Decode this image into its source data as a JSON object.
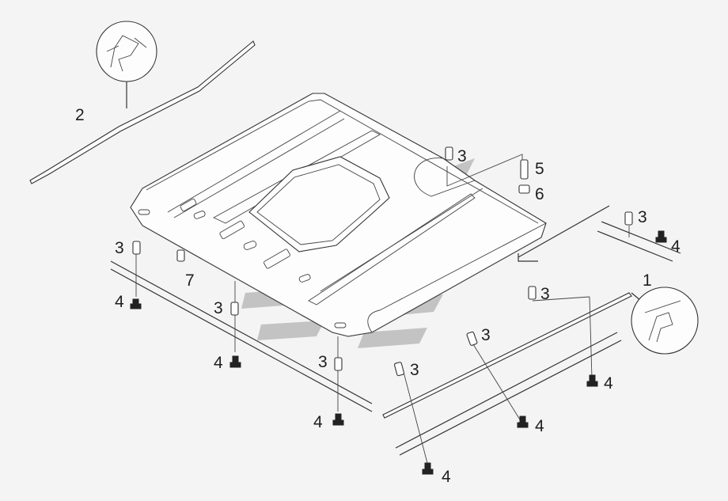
{
  "callouts": {
    "c1": "1",
    "c2": "2",
    "c3a": "3",
    "c3b": "3",
    "c3c": "3",
    "c3d": "3",
    "c3e": "3",
    "c3f": "3",
    "c3g": "3",
    "c3h": "3",
    "c4a": "4",
    "c4b": "4",
    "c4c": "4",
    "c4d": "4",
    "c4e": "4",
    "c4f": "4",
    "c4g": "4",
    "c5": "5",
    "c6": "6",
    "c7": "7"
  },
  "colors": {
    "line": "#333333",
    "watermark": "#9a9a9a",
    "background": "#f4f4f4"
  }
}
